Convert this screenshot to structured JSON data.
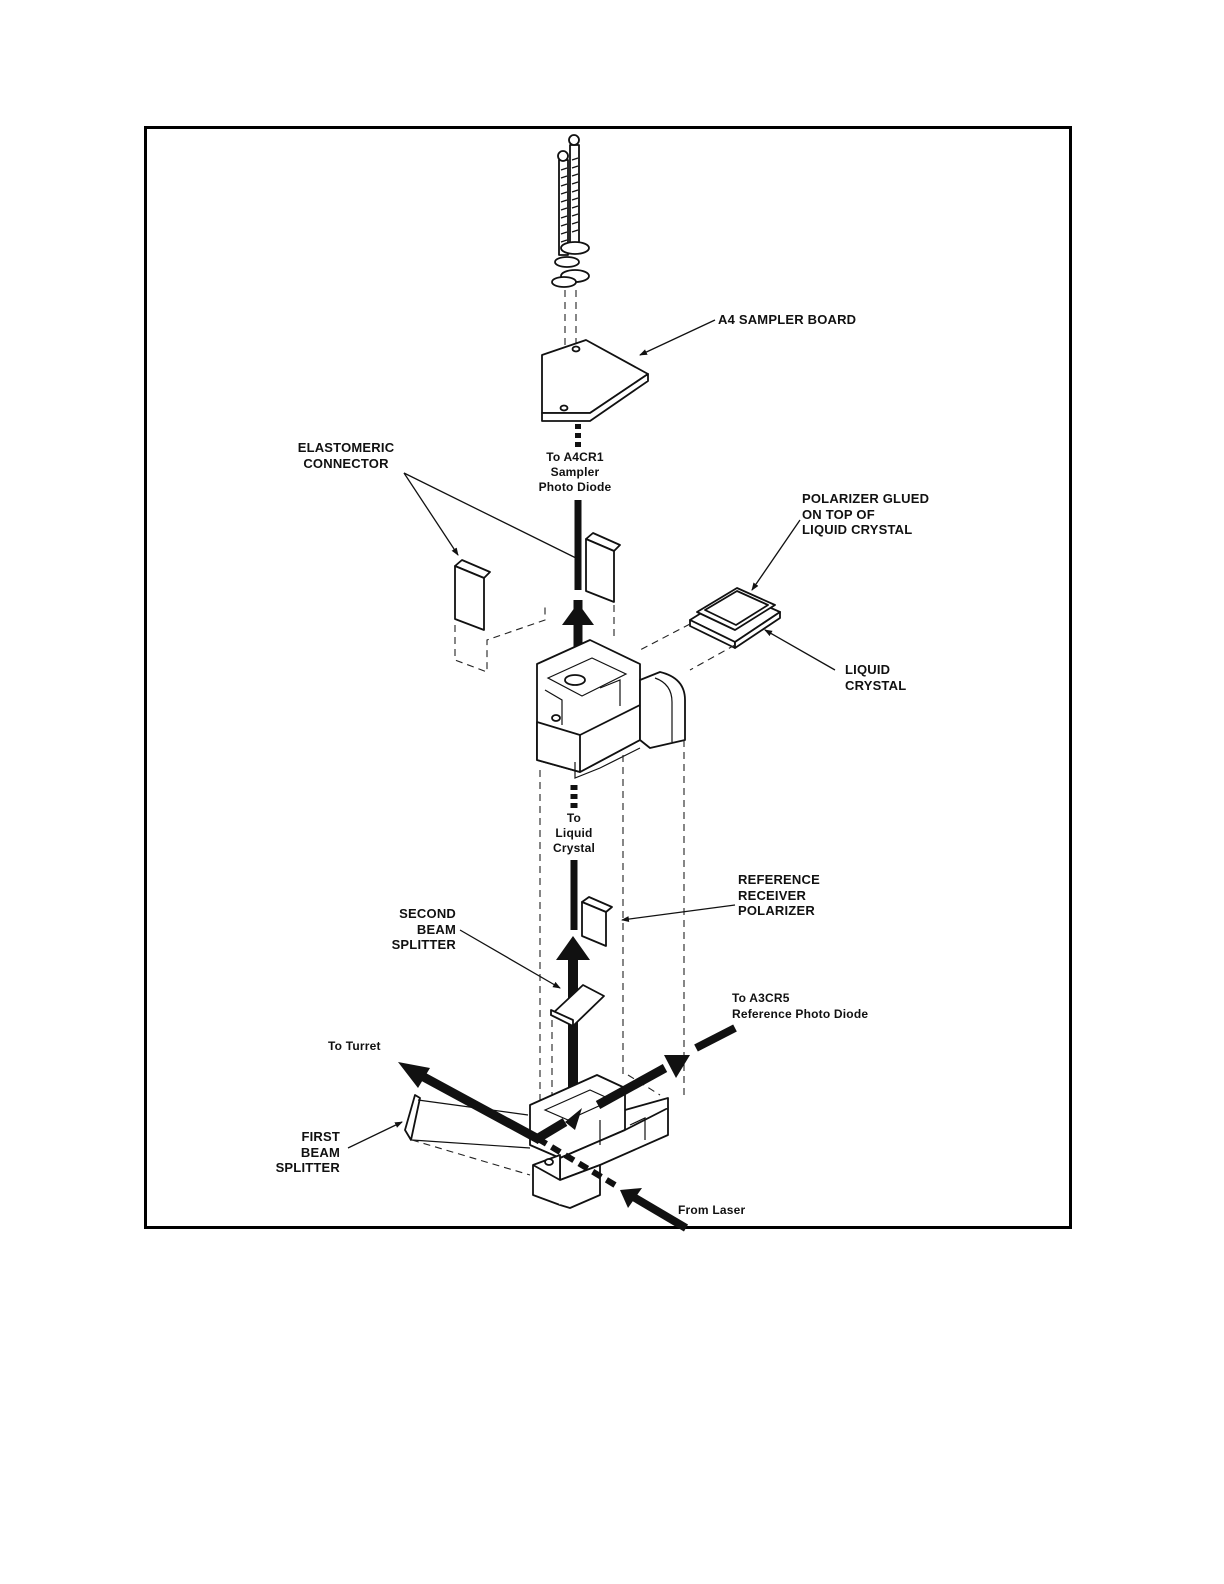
{
  "labels": {
    "a4_sampler_board": "A4 SAMPLER BOARD",
    "elastomeric_connector": "ELASTOMERIC\nCONNECTOR",
    "to_a4cr1": "To A4CR1\nSampler\nPhoto Diode",
    "polarizer_glued": "POLARIZER GLUED\nON TOP OF\nLIQUID CRYSTAL",
    "liquid_crystal": "LIQUID\nCRYSTAL",
    "to_liquid_crystal": "To\nLiquid\nCrystal",
    "reference_receiver_polarizer": "REFERENCE\nRECEIVER\nPOLARIZER",
    "second_beam_splitter": "SECOND\nBEAM\nSPLITTER",
    "to_a3cr5": "To A3CR5\nReference Photo Diode",
    "to_turret": "To Turret",
    "first_beam_splitter": "FIRST\nBEAM\nSPLITTER",
    "from_laser": "From Laser"
  },
  "colors": {
    "ink": "#111111",
    "paper": "#ffffff"
  }
}
